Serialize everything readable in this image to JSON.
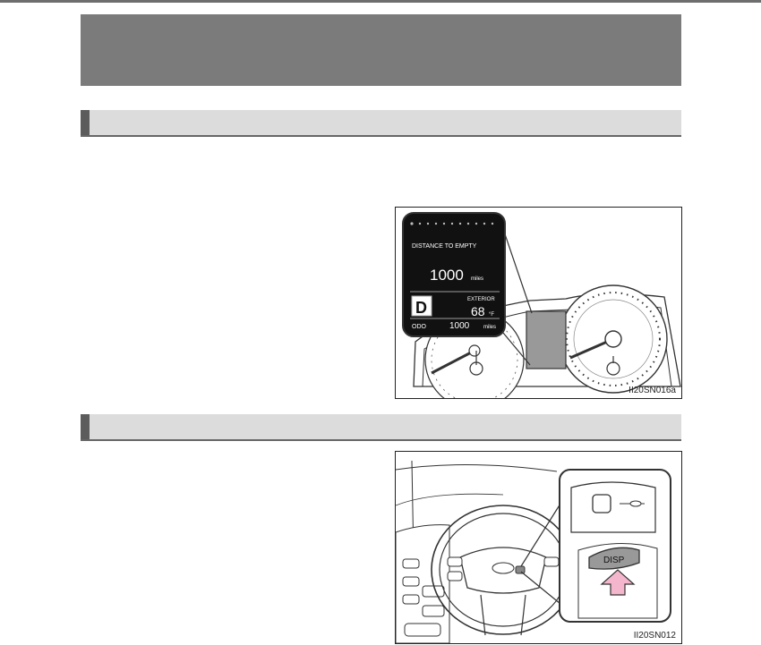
{
  "header": {
    "title": ""
  },
  "sections": [
    {
      "label": ""
    },
    {
      "label": ""
    }
  ],
  "figure_cluster": {
    "id": "II20SN016a",
    "display": {
      "heading": "DISTANCE TO EMPTY",
      "value": "1000",
      "unit": "miles",
      "gear": "D",
      "exterior_label": "EXTERIOR",
      "exterior_temp": "68",
      "temp_unit": "°F",
      "odo_label": "ODO",
      "odo_value": "1000",
      "odo_unit": "miles"
    }
  },
  "figure_steering": {
    "id": "II20SN012",
    "button_label": "DISP"
  }
}
